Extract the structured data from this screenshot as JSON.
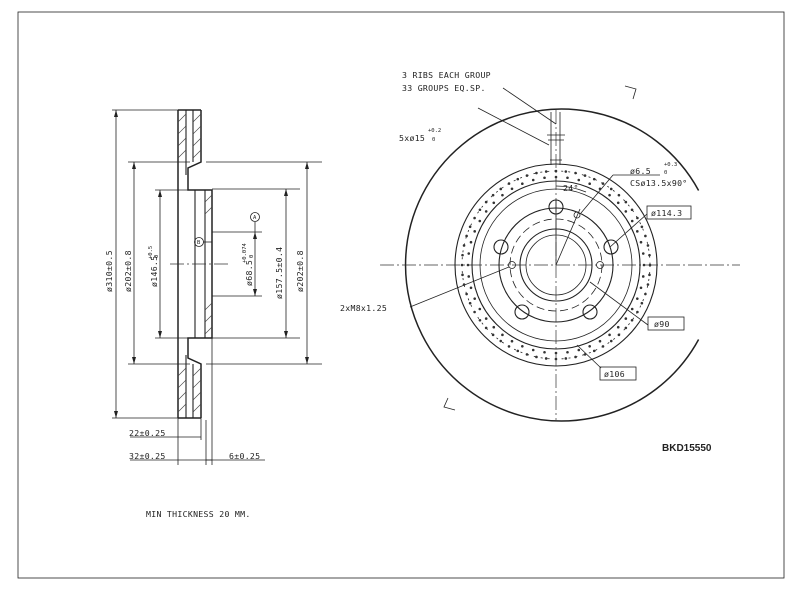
{
  "part_code": "BKD15550",
  "notes": {
    "min_thickness": "MIN THICKNESS 20 MM.",
    "ribs_line1": "3 RIBS EACH GROUP",
    "ribs_line2": "33 GROUPS EQ.SP."
  },
  "side_view": {
    "dims": {
      "d310": "ø310±0.5",
      "d202_left": "ø202±0.8",
      "d146": "ø146.5",
      "d146_tol": "+0.5",
      "d146_tol_low": "0",
      "d68": "ø68.5",
      "d68_tol": "+0.074",
      "d68_tol_low": "0",
      "d157": "ø157.5±0.4",
      "d202_right": "ø202±0.8",
      "w22": "22±0.25",
      "w32": "32±0.25",
      "w6": "6±0.25"
    },
    "datum_a": "A",
    "datum_b": "B"
  },
  "front_view": {
    "holes": "5xø15",
    "holes_tol": "+0.2",
    "holes_tol_low": "0",
    "small_hole": "ø6.5",
    "small_hole_tol": "+0.3",
    "small_hole_tol_low": "0",
    "countersink": "CSø13.5x90°",
    "angle": "24°",
    "pcd": "ø114.3",
    "bore": "ø90",
    "ring": "ø106",
    "threads": "2xM8x1.25"
  }
}
